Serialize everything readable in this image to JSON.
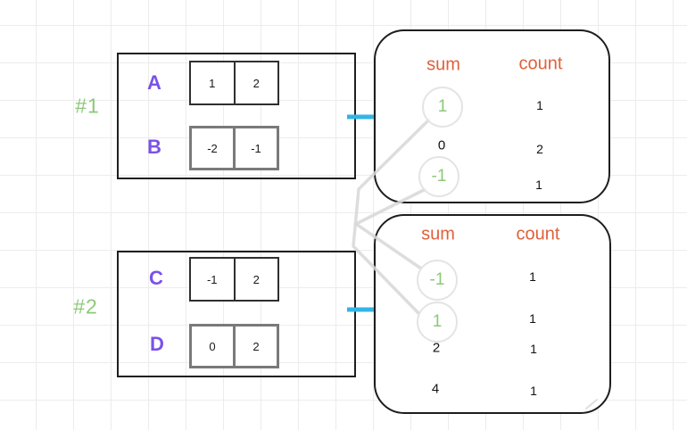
{
  "colors": {
    "accent_green": "#8cc878",
    "accent_purple": "#7a52e8",
    "accent_orange": "#e0603a",
    "accent_cyan": "#33b4e4",
    "connector_gray": "#d7d7d7"
  },
  "examples": [
    {
      "label": "#1",
      "arrays": [
        {
          "name": "A",
          "values": [
            "1",
            "2"
          ]
        },
        {
          "name": "B",
          "values": [
            "-2",
            "-1"
          ]
        }
      ],
      "result": {
        "sum_header": "sum",
        "count_header": "count",
        "rows": [
          {
            "sum": "1",
            "count": "1",
            "circled": true
          },
          {
            "sum": "0",
            "count": "2",
            "circled": false
          },
          {
            "sum": "-1",
            "count": "1",
            "circled": true
          }
        ]
      }
    },
    {
      "label": "#2",
      "arrays": [
        {
          "name": "C",
          "values": [
            "-1",
            "2"
          ]
        },
        {
          "name": "D",
          "values": [
            "0",
            "2"
          ]
        }
      ],
      "result": {
        "sum_header": "sum",
        "count_header": "count",
        "rows": [
          {
            "sum": "-1",
            "count": "1",
            "circled": true
          },
          {
            "sum": "1",
            "count": "1",
            "circled": true
          },
          {
            "sum": "2",
            "count": "1",
            "circled": false
          },
          {
            "sum": "4",
            "count": "1",
            "circled": false
          }
        ]
      }
    }
  ],
  "connectors": [
    {
      "from": "example1 circled sum 1",
      "to": "example2 circled sum 1"
    },
    {
      "from": "example1 circled sum -1",
      "to": "example2 circled sum -1"
    }
  ]
}
